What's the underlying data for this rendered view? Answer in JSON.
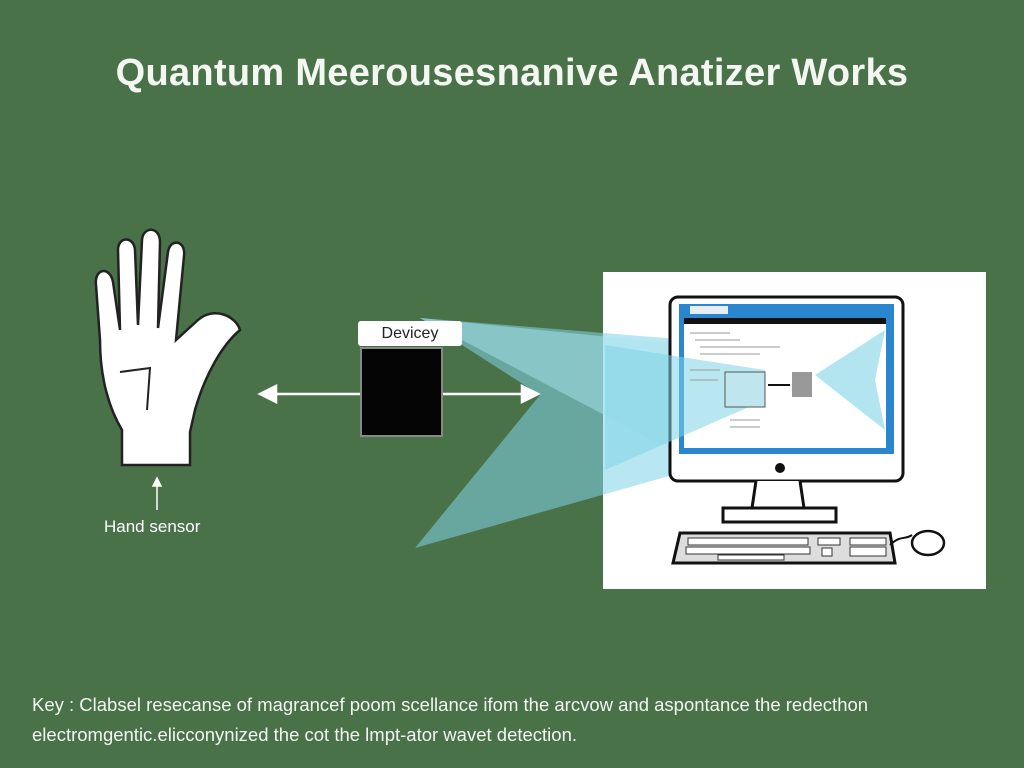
{
  "title": "Quantum Meerousesnanive Anatizer Works",
  "hand": {
    "label": "Hand sensor"
  },
  "device": {
    "label": "Devicey"
  },
  "key": {
    "line1": "Key : Clabsel resecanse of magrancef poom scellance ifom the arcvow and aspontance the redecthon",
    "line2": "electromgentic.elicconynized the cot the lmpt-ator wavet detection."
  },
  "colors": {
    "background": "#4a7249",
    "beam": "#7fd3e6",
    "screen_blue": "#2a86cf"
  }
}
